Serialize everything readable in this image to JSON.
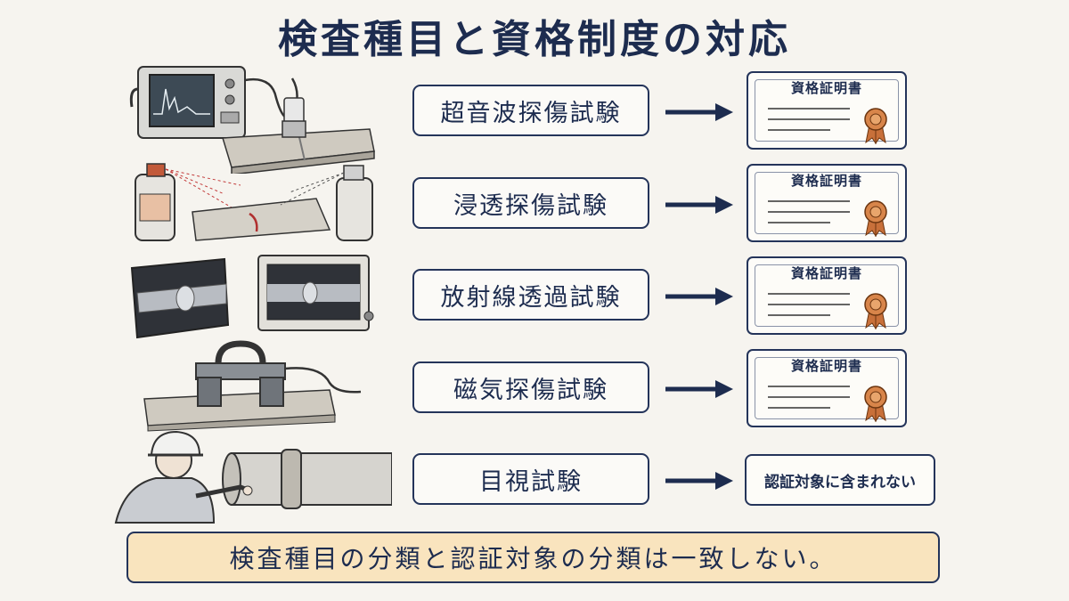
{
  "title": "検査種目と資格制度の対応",
  "rows": [
    {
      "method": "超音波探傷試験",
      "result_type": "certificate",
      "result_label": "資格証明書",
      "illustration": "ultrasonic-testing-illustration"
    },
    {
      "method": "浸透探傷試験",
      "result_type": "certificate",
      "result_label": "資格証明書",
      "illustration": "penetrant-testing-illustration"
    },
    {
      "method": "放射線透過試験",
      "result_type": "certificate",
      "result_label": "資格証明書",
      "illustration": "radiographic-testing-illustration"
    },
    {
      "method": "磁気探傷試験",
      "result_type": "certificate",
      "result_label": "資格証明書",
      "illustration": "magnetic-testing-illustration"
    },
    {
      "method": "目視試験",
      "result_type": "none",
      "result_label": "認証対象に含まれない",
      "illustration": "visual-testing-illustration"
    }
  ],
  "footer": "検査種目の分類と認証対象の分類は一致しない。",
  "colors": {
    "navy": "#1d2c4f",
    "footer_bg": "#f9e4be",
    "seal": "#c8703a",
    "background": "#f6f4ef"
  }
}
